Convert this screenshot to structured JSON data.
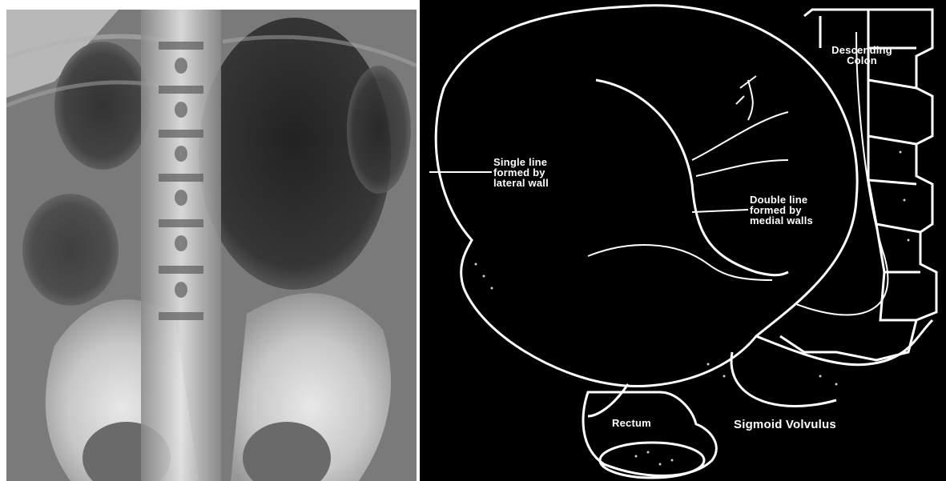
{
  "xray": {
    "description_icon": "abdominal-radiograph"
  },
  "diagram": {
    "labels": {
      "descending_colon_line1": "Descending",
      "descending_colon_line2": "Colon",
      "single_line_1": "Single line",
      "single_line_2": "formed by",
      "single_line_3": "lateral wall",
      "double_line_1": "Double line",
      "double_line_2": "formed by",
      "double_line_3": "medial walls",
      "rectum": "Rectum",
      "title": "Sigmoid Volvulus"
    }
  },
  "colors": {
    "background": "#ffffff",
    "diagram_bg": "#000000",
    "diagram_line": "#ffffff"
  }
}
